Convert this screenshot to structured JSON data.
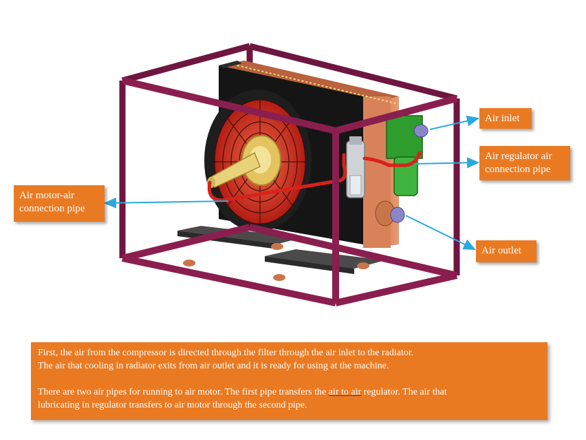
{
  "callouts": {
    "air_inlet": "Air inlet",
    "air_regulator_line1": "Air regulator air",
    "air_regulator_line2": "connection pipe",
    "air_motor_line1": "Air motor-air",
    "air_motor_line2": "connection pipe",
    "air_outlet": "Air outlet"
  },
  "description": {
    "line1": "First, the air from the compressor is directed through the filter through the air inlet to the radiator.",
    "line2": "The air that cooling in radiator exits from air outlet and it is ready for using at the machine.",
    "line3_before": "There are two air pipes for running to air motor. The first pipe transfers the ",
    "line3_underlined": "air to air",
    "line3_after": " regulator. The air that",
    "line4": "lubricating in regulator transfers to air motor through the second pipe."
  },
  "colors": {
    "callout_background": "#ea7a22",
    "callout_text": "#ffffff",
    "frame": "#8a1f4f",
    "arrow": "#29a9e0",
    "radiator": "#d9825a",
    "fan_housing": "#161616",
    "fan_blades": "#e23c2c",
    "hub": "#e8d27a",
    "filter_green": "#2e9d2e",
    "pipe": "#d8221a"
  }
}
